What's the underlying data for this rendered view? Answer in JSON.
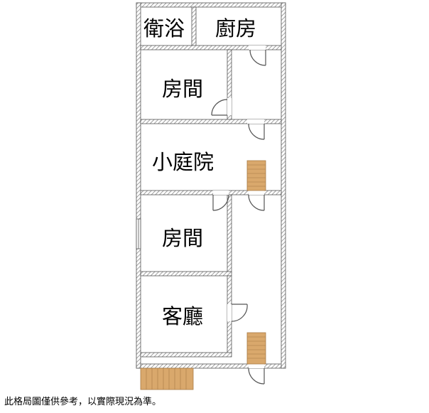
{
  "rooms": {
    "bath": "衛浴",
    "kitchen": "廚房",
    "bedroom_upper": "房間",
    "courtyard": "小庭院",
    "bedroom_lower": "房間",
    "living": "客廳"
  },
  "caption": "此格局圖僅供參考，以實際現況為準。",
  "colors": {
    "wall_hatch": "#7a7a7a",
    "wall_fill": "#ffffff",
    "stair": "#d9a86c",
    "stair_line": "#a87a44",
    "door": "#555555"
  }
}
